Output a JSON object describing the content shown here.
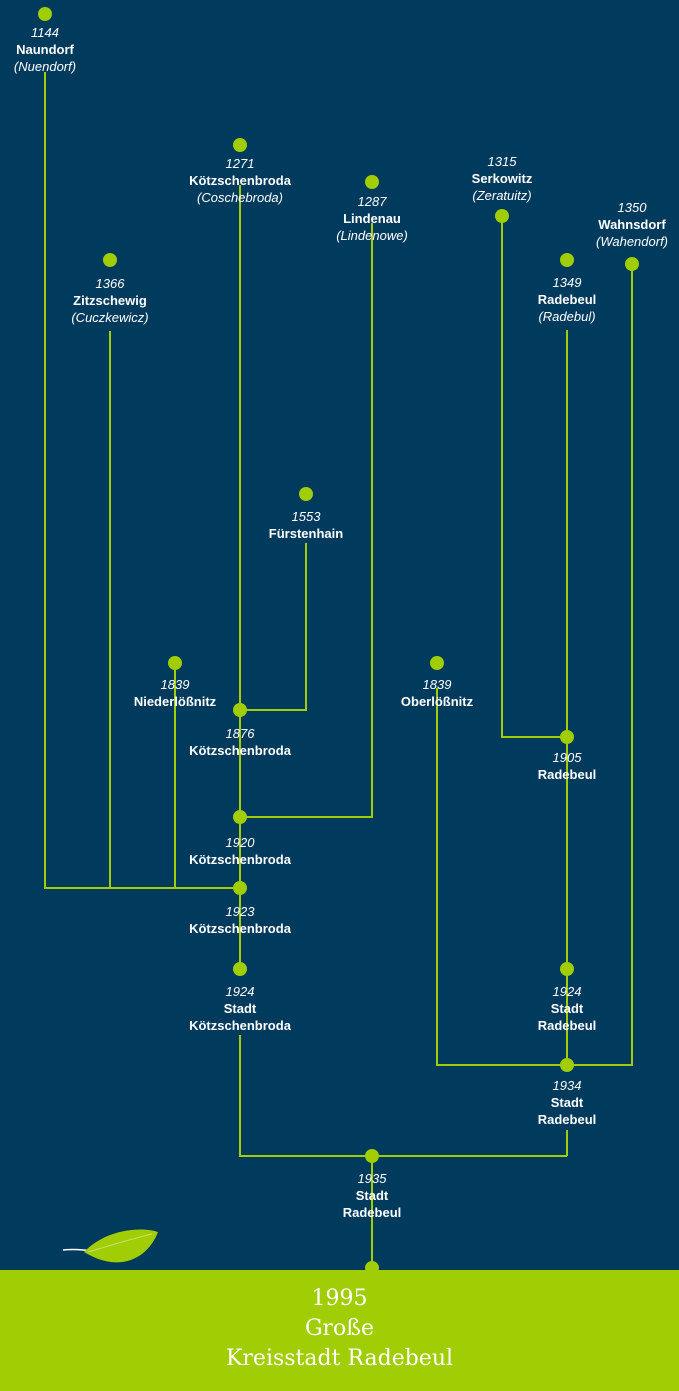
{
  "colors": {
    "background": "#003a5d",
    "line": "#a1cd04",
    "footer": "#a1cd04",
    "text": "#ffffff"
  },
  "nodes": {
    "naundorf": {
      "year": "1144",
      "name": "Naundorf",
      "old": "(Nuendorf)"
    },
    "koetzschenbroda": {
      "year": "1271",
      "name": "Kötzschenbroda",
      "old": "(Coschebroda)"
    },
    "lindenau": {
      "year": "1287",
      "name": "Lindenau",
      "old": "(Lindenowe)"
    },
    "serkowitz": {
      "year": "1315",
      "name": "Serkowitz",
      "old": "(Zeratuitz)"
    },
    "wahnsdorf": {
      "year": "1350",
      "name": "Wahnsdorf",
      "old": "(Wahendorf)"
    },
    "zitzschewig": {
      "year": "1366",
      "name": "Zitzschewig",
      "old": "(Cuczkewicz)"
    },
    "radebeul": {
      "year": "1349",
      "name": "Radebeul",
      "old": "(Radebul)"
    },
    "fuerstenhain": {
      "year": "1553",
      "name": "Fürstenhain"
    },
    "niederloessnitz": {
      "year": "1839",
      "name": "Niederlößnitz"
    },
    "oberloessnitz": {
      "year": "1839",
      "name": "Oberlößnitz"
    },
    "k1876": {
      "year": "1876",
      "name": "Kötzschenbroda"
    },
    "r1905": {
      "year": "1905",
      "name": "Radebeul"
    },
    "k1920": {
      "year": "1920",
      "name": "Kötzschenbroda"
    },
    "k1923": {
      "year": "1923",
      "name": "Kötzschenbroda"
    },
    "k1924": {
      "year": "1924",
      "name1": "Stadt",
      "name2": "Kötzschenbroda"
    },
    "r1924": {
      "year": "1924",
      "name1": "Stadt",
      "name2": "Radebeul"
    },
    "r1934": {
      "year": "1934",
      "name1": "Stadt",
      "name2": "Radebeul"
    },
    "r1935": {
      "year": "1935",
      "name1": "Stadt",
      "name2": "Radebeul"
    }
  },
  "footer": {
    "year": "1995",
    "line1": "Große",
    "line2": "Kreisstadt Radebeul"
  }
}
